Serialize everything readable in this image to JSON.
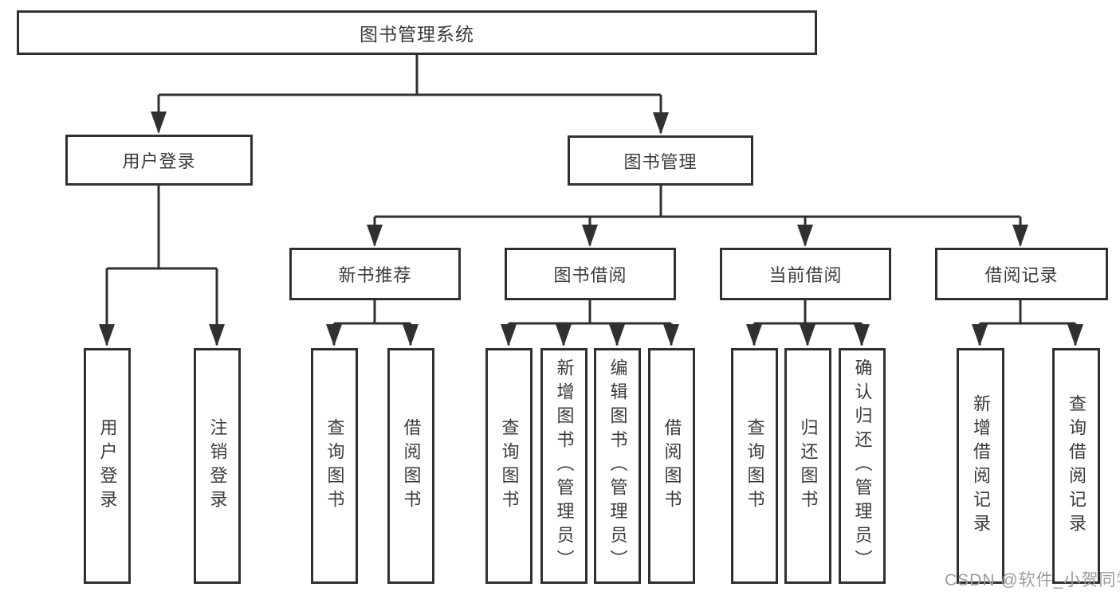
{
  "tree": {
    "root": {
      "label": "图书管理系统"
    },
    "branches": [
      {
        "label": "用户登录",
        "children": [
          {
            "label": "用户登录"
          },
          {
            "label": "注销登录"
          }
        ]
      },
      {
        "label": "图书管理",
        "children": [
          {
            "label": "新书推荐",
            "children": [
              {
                "label": "查询图书"
              },
              {
                "label": "借阅图书"
              }
            ]
          },
          {
            "label": "图书借阅",
            "children": [
              {
                "label": "查询图书"
              },
              {
                "label": "新增图书（管理员）"
              },
              {
                "label": "编辑图书（管理员）"
              },
              {
                "label": "借阅图书"
              }
            ]
          },
          {
            "label": "当前借阅",
            "children": [
              {
                "label": "查询图书"
              },
              {
                "label": "归还图书"
              },
              {
                "label": "确认归还（管理员）"
              }
            ]
          },
          {
            "label": "借阅记录",
            "children": [
              {
                "label": "新增借阅记录"
              },
              {
                "label": "查询借阅记录"
              }
            ]
          }
        ]
      }
    ]
  },
  "watermark": {
    "text": "CSDN @软件_小贺同学"
  },
  "colors": {
    "line": "#303030",
    "border": "#303030",
    "text": "#3a3a3a",
    "watermark": "#9c9c9c",
    "background": "#ffffff"
  }
}
